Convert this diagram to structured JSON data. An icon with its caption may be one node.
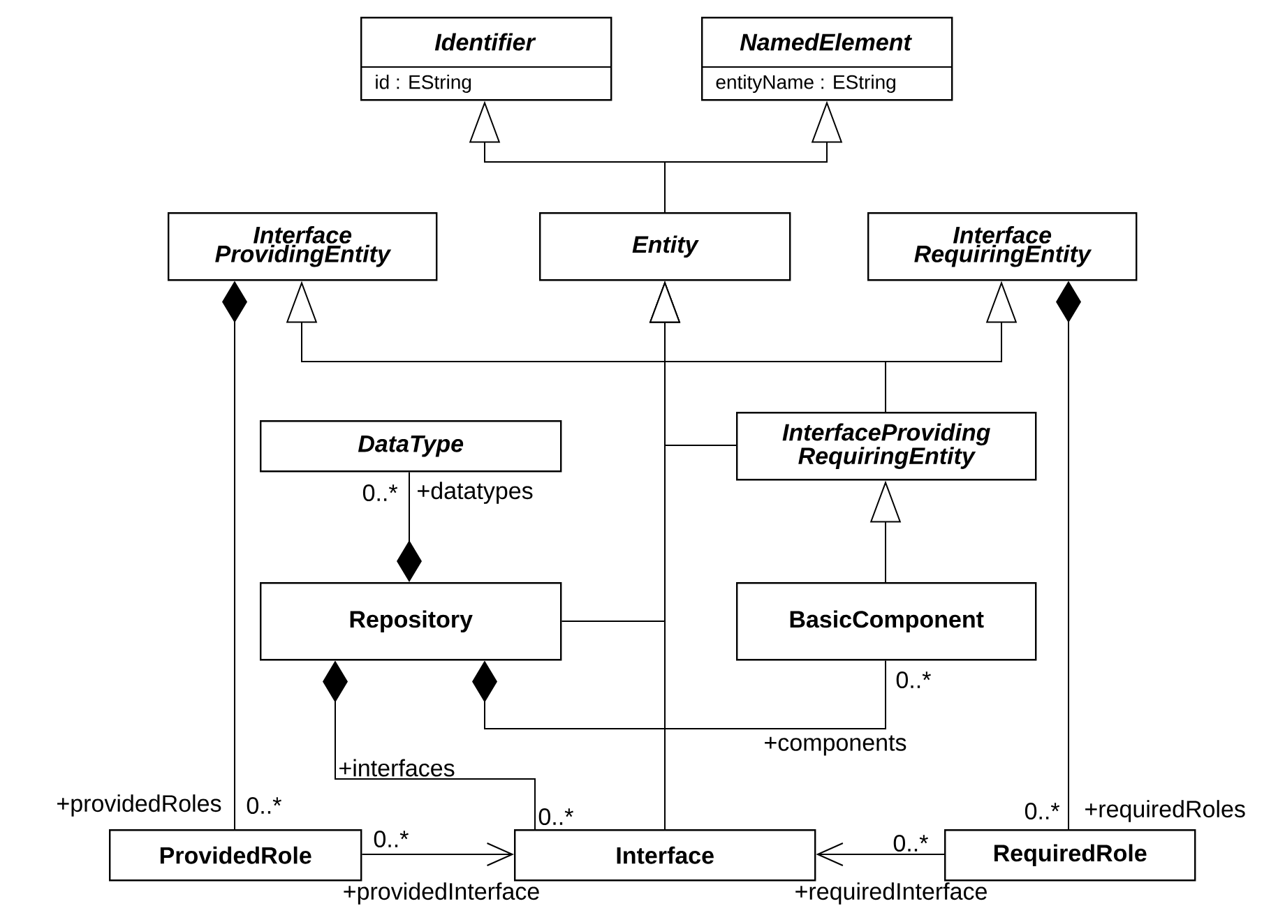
{
  "diagram": {
    "nodes": [
      {
        "text": [
          "Identifier",
          "id : EString"
        ]
      },
      {
        "text": [
          "NamedElement",
          "entityName : EString"
        ]
      },
      {
        "text": [
          "Interface ProvidingEntity"
        ]
      },
      {
        "text": [
          "Entity"
        ]
      },
      {
        "text": [
          "Interface RequiringEntity"
        ]
      },
      {
        "text": [
          "InterfaceProviding RequiringEntity"
        ]
      },
      {
        "text": [
          "DataType"
        ]
      },
      {
        "text": [
          "Repository"
        ]
      },
      {
        "text": [
          "BasicComponent"
        ]
      },
      {
        "text": [
          "ProvidedRole"
        ]
      },
      {
        "text": [
          "Interface"
        ]
      },
      {
        "text": [
          "RequiredRole"
        ]
      }
    ],
    "edges": [
      {
        "from": 3,
        "to": 0,
        "arrow": "to"
      },
      {
        "from": 3,
        "to": 1,
        "arrow": "to"
      },
      {
        "from": 5,
        "to": 2,
        "arrow": "to"
      },
      {
        "from": 5,
        "to": 4,
        "arrow": "to"
      },
      {
        "from": 10,
        "to": 3,
        "arrow": "to"
      },
      {
        "from": 7,
        "to": 3,
        "arrow": "to"
      },
      {
        "from": 5,
        "to": 3,
        "arrow": "to"
      },
      {
        "from": 8,
        "to": 5,
        "arrow": "to"
      },
      {
        "from": 9,
        "to": 2,
        "arrow": "other",
        "label": "+providedRoles"
      },
      {
        "from": 11,
        "to": 4,
        "arrow": "other",
        "label": "+requiredRoles"
      },
      {
        "from": 6,
        "to": 7,
        "arrow": "other",
        "label": "+datatypes"
      },
      {
        "from": 10,
        "to": 7,
        "arrow": "other",
        "label": "+interfaces"
      },
      {
        "from": 8,
        "to": 7,
        "arrow": "other",
        "label": "+components"
      },
      {
        "from": 9,
        "to": 10,
        "arrow": "to",
        "label": "+providedInterface"
      },
      {
        "from": 11,
        "to": 10,
        "arrow": "to",
        "label": "+requiredInterface"
      }
    ],
    "labels": [
      "0..*",
      "0..*",
      "0..*",
      "0..*",
      "0..*",
      "0..*",
      "0..*"
    ]
  }
}
